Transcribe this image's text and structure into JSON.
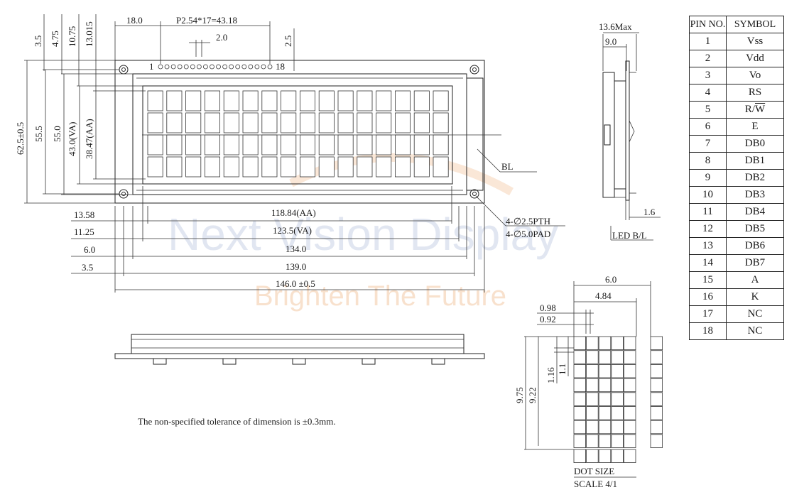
{
  "watermark": {
    "brand": "Next Vision Display",
    "slogan": "Brighten The Future"
  },
  "front_view": {
    "top_dims": [
      "18.0",
      "P2.54*17=43.18",
      "2.0"
    ],
    "top_right_dim": "2.5",
    "left_vertical_dims": [
      "3.5",
      "4.75",
      "10.75",
      "13.015"
    ],
    "height_dims": [
      "62.5±0.5",
      "55.5",
      "55.0",
      "43.0(VA)",
      "38.47(AA)"
    ],
    "pin_first": "1",
    "pin_last": "18",
    "bl_label": "BL",
    "hole_labels": [
      "4-∅2.5PTH",
      "4-∅5.0PAD"
    ],
    "width_left_dims": [
      "13.58",
      "11.25",
      "6.0",
      "3.5"
    ],
    "width_dims": [
      "118.84(AA)",
      "123.5(VA)",
      "134.0",
      "139.0",
      "146.0 ±0.5"
    ]
  },
  "side_view": {
    "thickness": "13.6Max",
    "bezel": "9.0",
    "pcb": "1.6",
    "led_label": "LED B/L"
  },
  "dot_detail": {
    "width_dims": [
      "6.0",
      "4.84",
      "0.98",
      "0.92"
    ],
    "height_dims": [
      "9.75",
      "9.22",
      "1.16",
      "1.1"
    ],
    "title": "DOT SIZE",
    "scale": "SCALE 4/1"
  },
  "note": "The non-specified tolerance of dimension is ±0.3mm.",
  "pin_table": {
    "headers": [
      "PIN NO.",
      "SYMBOL"
    ],
    "rows": [
      {
        "pin": "1",
        "symbol": "Vss"
      },
      {
        "pin": "2",
        "symbol": "Vdd"
      },
      {
        "pin": "3",
        "symbol": "Vo"
      },
      {
        "pin": "4",
        "symbol": "RS"
      },
      {
        "pin": "5",
        "symbol": "R/",
        "symbol_overline": "W"
      },
      {
        "pin": "6",
        "symbol": "E"
      },
      {
        "pin": "7",
        "symbol": "DB0"
      },
      {
        "pin": "8",
        "symbol": "DB1"
      },
      {
        "pin": "9",
        "symbol": "DB2"
      },
      {
        "pin": "10",
        "symbol": "DB3"
      },
      {
        "pin": "11",
        "symbol": "DB4"
      },
      {
        "pin": "12",
        "symbol": "DB5"
      },
      {
        "pin": "13",
        "symbol": "DB6"
      },
      {
        "pin": "14",
        "symbol": "DB7"
      },
      {
        "pin": "15",
        "symbol": "A"
      },
      {
        "pin": "16",
        "symbol": "K"
      },
      {
        "pin": "17",
        "symbol": "NC"
      },
      {
        "pin": "18",
        "symbol": "NC"
      }
    ]
  }
}
